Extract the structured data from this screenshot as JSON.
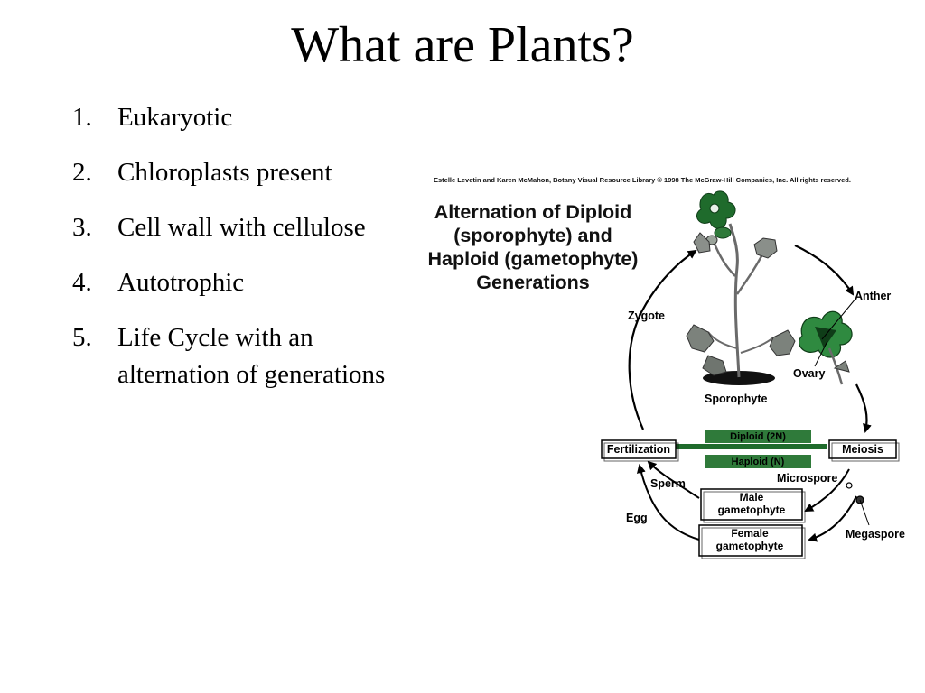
{
  "slide": {
    "title": "What are Plants?",
    "items": [
      {
        "number": "1.",
        "text": "Eukaryotic"
      },
      {
        "number": "2.",
        "text": "Chloroplasts present"
      },
      {
        "number": "3.",
        "text": "Cell wall with cellulose"
      },
      {
        "number": "4.",
        "text": "Autotrophic"
      },
      {
        "number": "5.",
        "text": "Life Cycle with an alternation of generations"
      }
    ]
  },
  "figure": {
    "credit": "Estelle Levetin and Karen McMahon, Botany Visual Resource Library © 1998 The McGraw-Hill Companies, Inc. All rights reserved.",
    "heading": [
      "Alternation of Diploid",
      "(sporophyte) and",
      "Haploid (gametophyte)",
      "Generations"
    ],
    "labels": {
      "zygote": "Zygote",
      "anther": "Anther",
      "ovary": "Ovary",
      "sporophyte": "Sporophyte",
      "diploid": "Diploid (2N)",
      "haploid": "Haploid (N)",
      "fertilization": "Fertilization",
      "meiosis": "Meiosis",
      "microspore": "Microspore",
      "sperm": "Sperm",
      "male_gametophyte": [
        "Male",
        "gametophyte"
      ],
      "egg": "Egg",
      "female_gametophyte": [
        "Female",
        "gametophyte"
      ],
      "megaspore": "Megaspore"
    },
    "colors": {
      "band_green": "#2f7a3a",
      "leaf_green": "#1f6b2c",
      "leaf_dark": "#0f3d18",
      "stem_gray": "#6a6a6a"
    }
  }
}
